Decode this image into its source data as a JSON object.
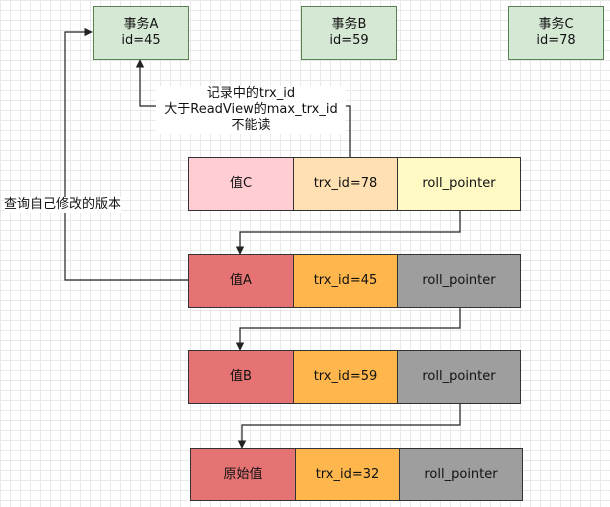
{
  "transactions": [
    {
      "name": "事务A",
      "id": "id=45"
    },
    {
      "name": "事务B",
      "id": "id=59"
    },
    {
      "name": "事务C",
      "id": "id=78"
    }
  ],
  "annotations": {
    "right_note": [
      "记录中的trx_id",
      "大于ReadView的max_trx_id",
      "不能读"
    ],
    "left_note": "查询自己修改的版本"
  },
  "records": [
    {
      "value": "值C",
      "trx": "trx_id=78",
      "ptr": "roll_pointer"
    },
    {
      "value": "值A",
      "trx": "trx_id=45",
      "ptr": "roll_pointer"
    },
    {
      "value": "值B",
      "trx": "trx_id=59",
      "ptr": "roll_pointer"
    },
    {
      "value": "原始值",
      "trx": "trx_id=32",
      "ptr": "roll_pointer"
    }
  ],
  "colors": {
    "tx_fill": "#d5e8d4",
    "row1": [
      "#ffcdd2",
      "#ffe0b2",
      "#fff9c4"
    ],
    "row_rest": [
      "#e57373",
      "#ffb74d",
      "#9e9e9e"
    ]
  }
}
